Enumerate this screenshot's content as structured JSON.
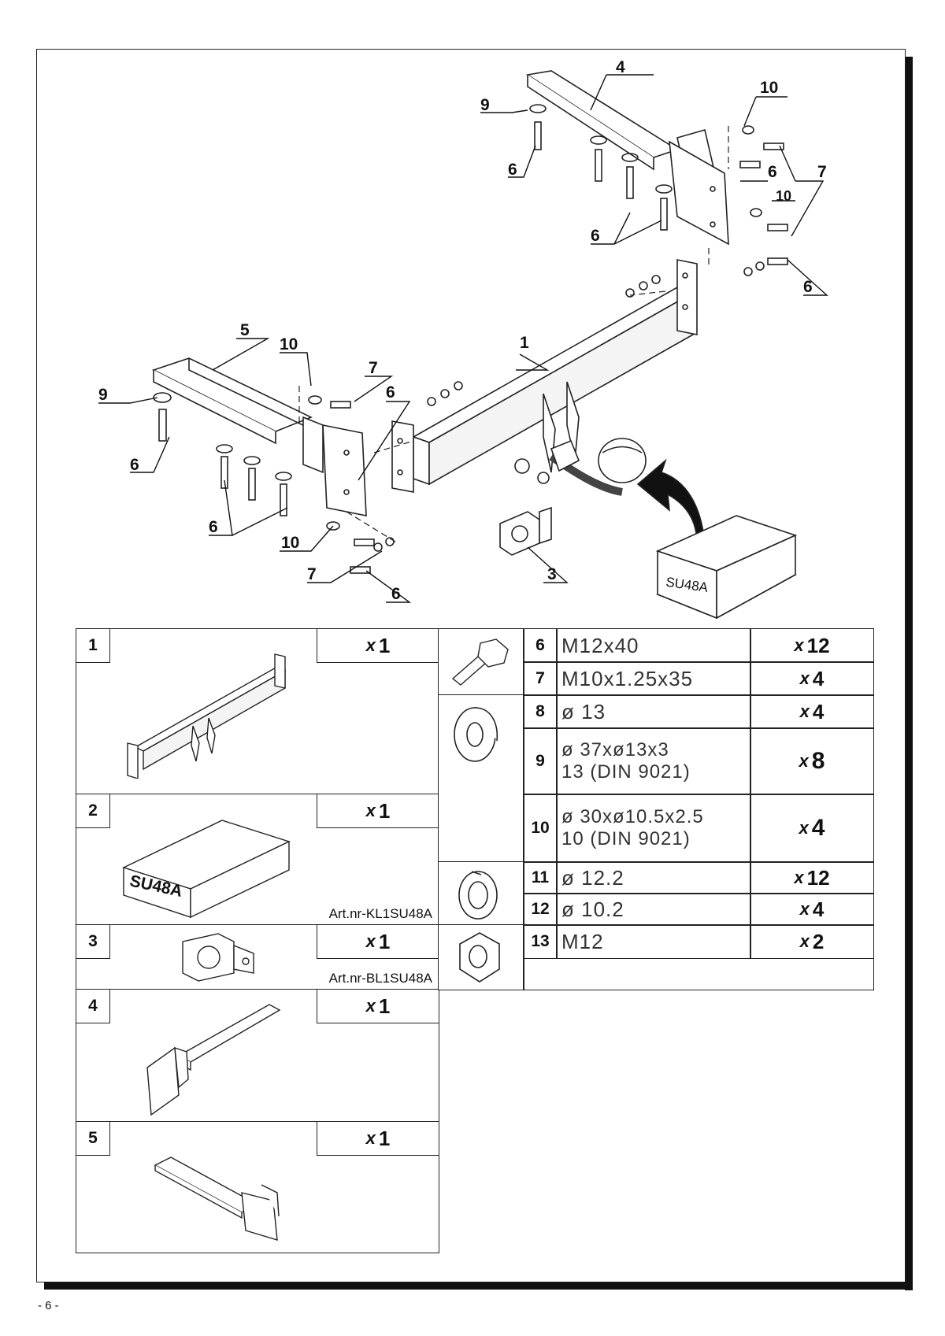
{
  "page_number": "- 6 -",
  "callouts": {
    "c4": "4",
    "c10a": "10",
    "c9a": "9",
    "c6a": "6",
    "c6b": "6",
    "c7a": "7",
    "c10b": "10",
    "c6c": "6",
    "c6d": "6",
    "c5": "5",
    "c10c": "10",
    "c7b": "7",
    "c9b": "9",
    "c6e": "6",
    "c1": "1",
    "c6f": "6",
    "c6g": "6",
    "c10d": "10",
    "c7c": "7",
    "c6h": "6",
    "c3": "3"
  },
  "diagram_box_label": "SU48A",
  "parts_left": [
    {
      "num": "1",
      "qty_prefix": "x",
      "qty": "1",
      "art": ""
    },
    {
      "num": "2",
      "qty_prefix": "x",
      "qty": "1",
      "art": "Art.nr-KL1SU48A",
      "box_label": "SU48A"
    },
    {
      "num": "3",
      "qty_prefix": "x",
      "qty": "1",
      "art": "Art.nr-BL1SU48A"
    },
    {
      "num": "4",
      "qty_prefix": "x",
      "qty": "1",
      "art": ""
    },
    {
      "num": "5",
      "qty_prefix": "x",
      "qty": "1",
      "art": ""
    }
  ],
  "hardware": [
    {
      "num": "6",
      "spec": "M12x40",
      "spec2": "",
      "qty_prefix": "x",
      "qty": "12"
    },
    {
      "num": "7",
      "spec": "M10x1.25x35",
      "spec2": "",
      "qty_prefix": "x",
      "qty": "4"
    },
    {
      "num": "8",
      "spec": "ø 13",
      "spec2": "",
      "qty_prefix": "x",
      "qty": "4"
    },
    {
      "num": "9",
      "spec": "ø 37xø13x3",
      "spec2": "13   (DIN  9021)",
      "qty_prefix": "x",
      "qty": "8"
    },
    {
      "num": "10",
      "spec": "ø 30xø10.5x2.5",
      "spec2": "10   (DIN  9021)",
      "qty_prefix": "x",
      "qty": "4"
    },
    {
      "num": "11",
      "spec": "ø 12.2",
      "spec2": "",
      "qty_prefix": "x",
      "qty": "12"
    },
    {
      "num": "12",
      "spec": "ø 10.2",
      "spec2": "",
      "qty_prefix": "x",
      "qty": "4"
    },
    {
      "num": "13",
      "spec": "M12",
      "spec2": "",
      "qty_prefix": "x",
      "qty": "2"
    }
  ]
}
